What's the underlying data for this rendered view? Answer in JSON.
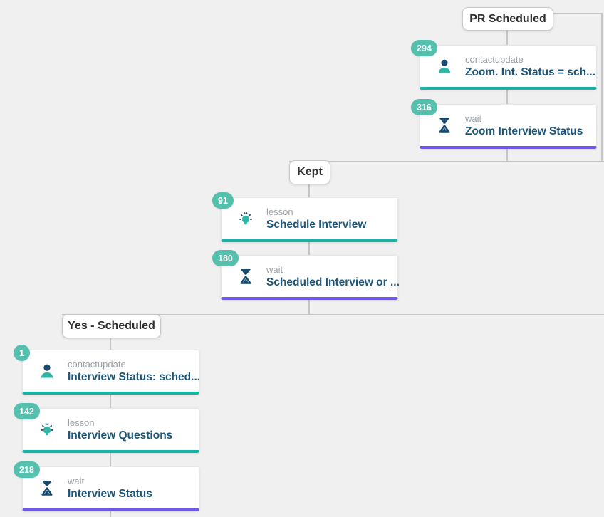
{
  "colors": {
    "background": "#f0f0f1",
    "connector": "#c5c5c5",
    "badge": "#54c0ad",
    "accent_teal": "#17b3a3",
    "accent_purple": "#6e59e8",
    "title": "#1c5578",
    "type_label": "#9aa1a9",
    "icon_navy": "#174a6e",
    "icon_teal": "#2eb6a7"
  },
  "branches": [
    {
      "label": "PR Scheduled",
      "nodes": [
        {
          "count": "294",
          "type": "contactupdate",
          "title": "Zoom. Int. Status = sch...",
          "icon": "person-icon",
          "accent": "teal"
        },
        {
          "count": "316",
          "type": "wait",
          "title": "Zoom Interview Status",
          "icon": "hourglass-icon",
          "accent": "purple"
        }
      ]
    },
    {
      "label": "Kept",
      "nodes": [
        {
          "count": "91",
          "type": "lesson",
          "title": "Schedule Interview",
          "icon": "lightbulb-icon",
          "accent": "teal"
        },
        {
          "count": "180",
          "type": "wait",
          "title": "Scheduled Interview or ...",
          "icon": "hourglass-icon",
          "accent": "purple"
        }
      ]
    },
    {
      "label": "Yes - Scheduled",
      "nodes": [
        {
          "count": "1",
          "type": "contactupdate",
          "title": "Interview Status: sched...",
          "icon": "person-icon",
          "accent": "teal"
        },
        {
          "count": "142",
          "type": "lesson",
          "title": "Interview Questions",
          "icon": "lightbulb-icon",
          "accent": "teal"
        },
        {
          "count": "218",
          "type": "wait",
          "title": "Interview Status",
          "icon": "hourglass-icon",
          "accent": "purple"
        }
      ]
    }
  ]
}
